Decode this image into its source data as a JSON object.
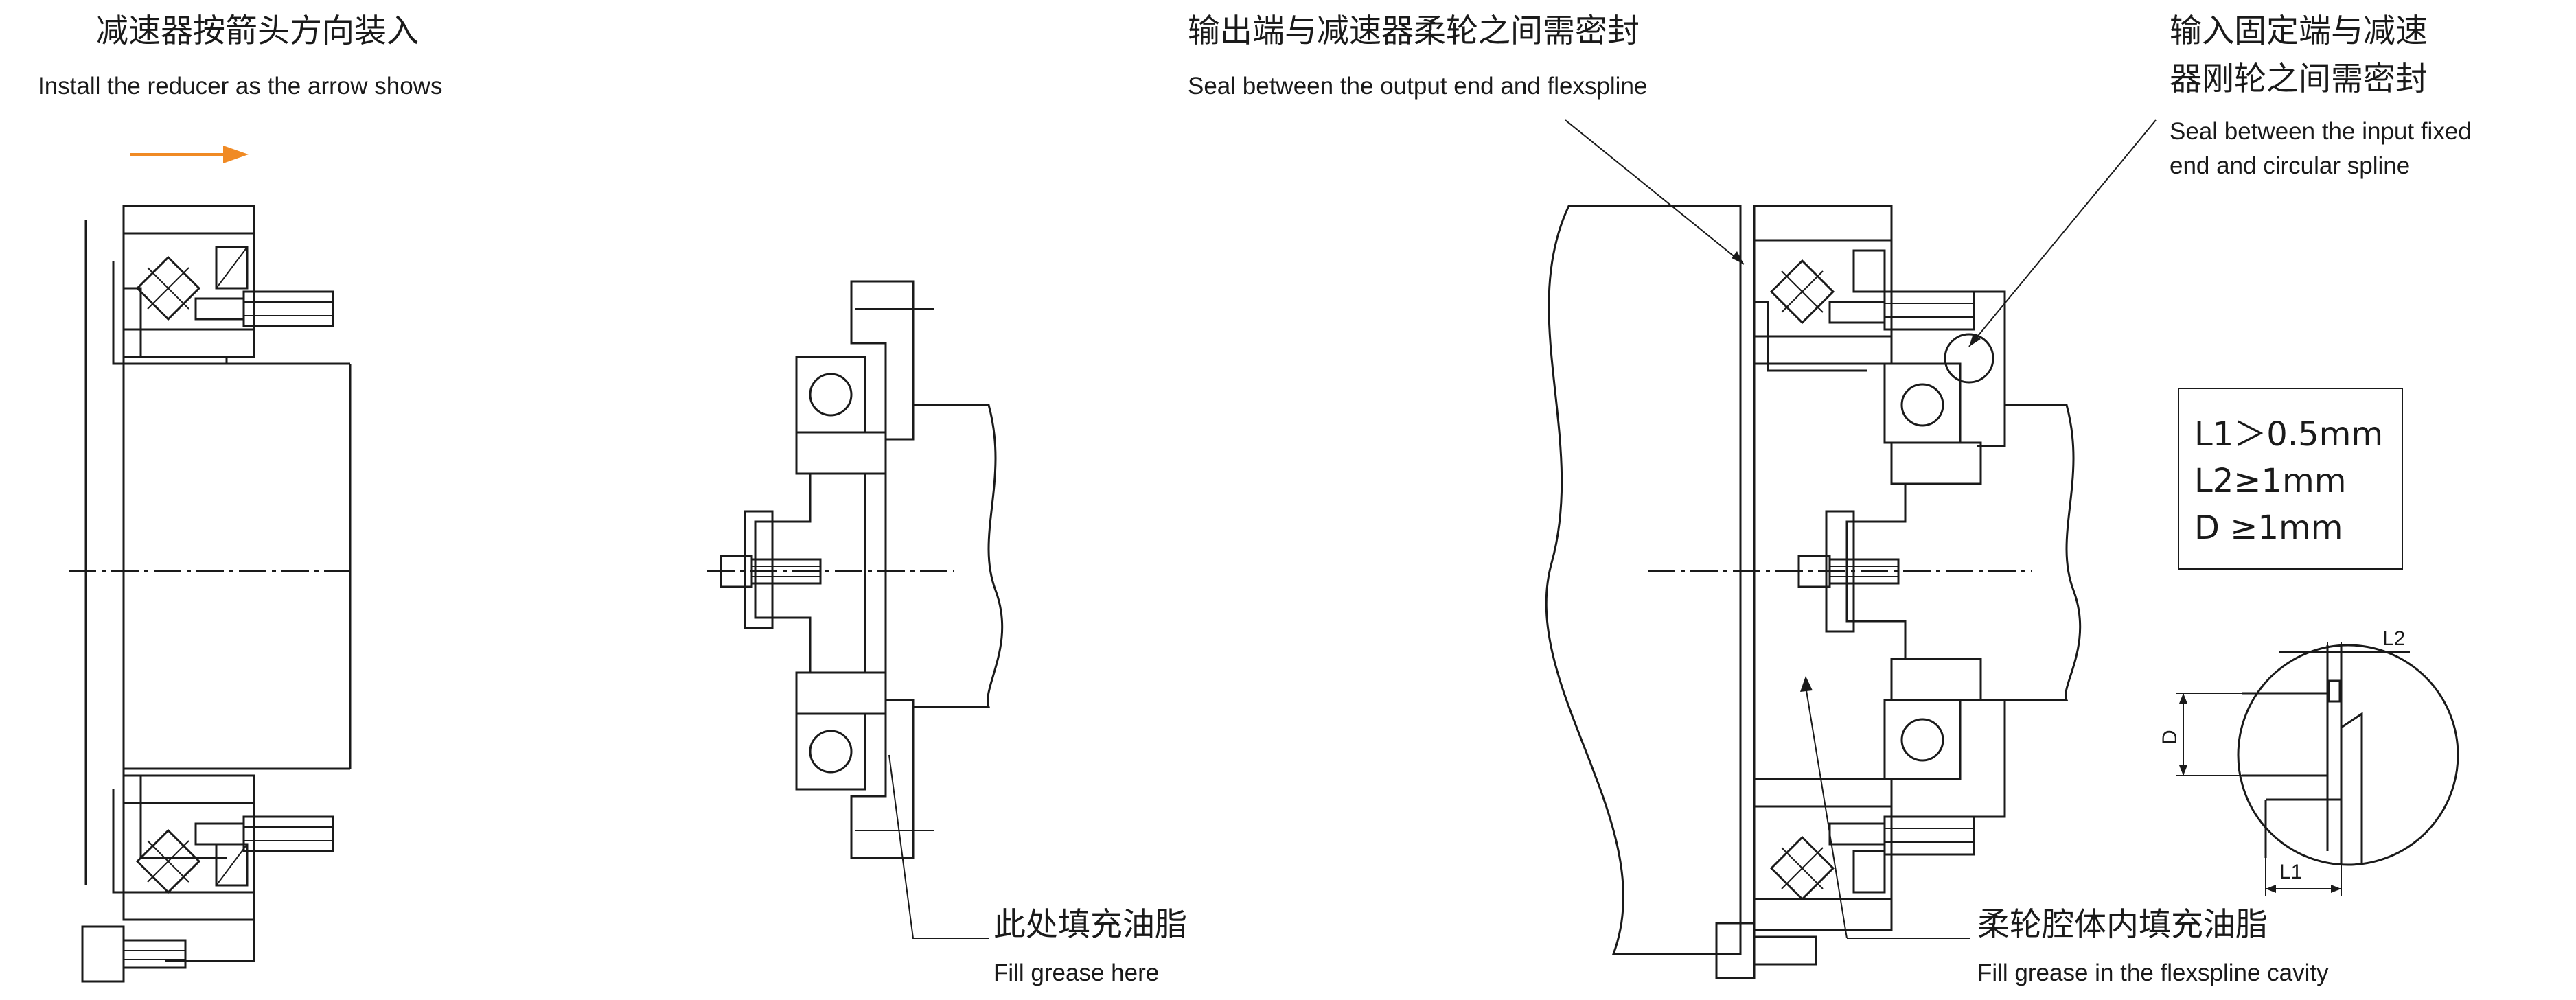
{
  "labels": {
    "install_cn": "减速器按箭头方向装入",
    "install_en": "Install the reducer as the arrow shows",
    "output_seal_cn": "输出端与减速器柔轮之间需密封",
    "output_seal_en": "Seal between the output end and flexspline",
    "input_seal_cn_line1": "输入固定端与减速",
    "input_seal_cn_line2": "器刚轮之间需密封",
    "input_seal_en_line1": "Seal  between  the  input  fixed",
    "input_seal_en_line2": "end and circular spline",
    "fill_here_cn": "此处填充油脂",
    "fill_here_en": "Fill grease here",
    "fill_cavity_cn": "柔轮腔体内填充油脂",
    "fill_cavity_en": "Fill grease in the flexspline cavity"
  },
  "spec_box": {
    "line1": "L1＞0.5mm",
    "line2": "L2≥1mm",
    "line3": "D ≥1mm"
  },
  "dimensions": {
    "l1": "L1",
    "l2": "L2",
    "d": "D"
  },
  "colors": {
    "arrow": "#f08a24",
    "line": "#1a1a1a"
  },
  "icons": {
    "install_arrow": "right-arrow-icon"
  }
}
